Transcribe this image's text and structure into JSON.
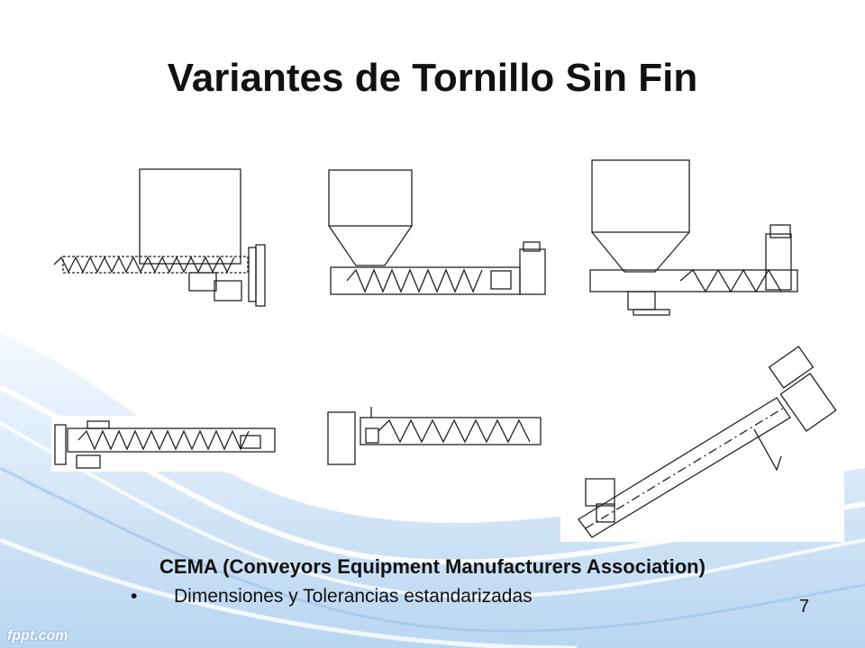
{
  "slide": {
    "title": "Variantes de Tornillo Sin Fin",
    "caption": "CEMA (Conveyors Equipment Manufacturers Association)",
    "bullet_symbol": "•",
    "bullet_text": "Dimensiones y Tolerancias estandarizadas",
    "page_number": "7",
    "watermark": "fppt.com"
  },
  "colors": {
    "background": "#ffffff",
    "wave_light": "#dbe9f6",
    "wave_mid": "#9fc4e8",
    "text": "#111111"
  }
}
